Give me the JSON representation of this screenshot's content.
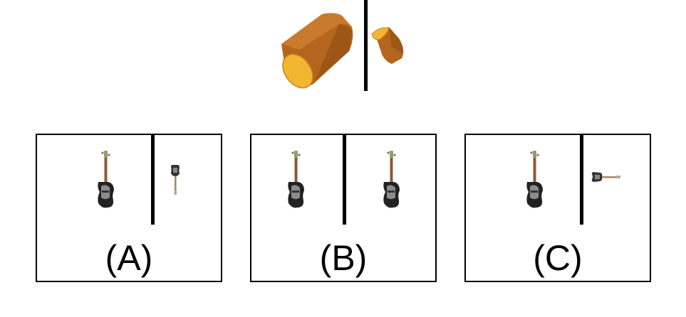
{
  "prompt": {
    "left_object": "wooden-log-block-large",
    "right_object": "wooden-log-block-small",
    "wood_colors": {
      "side": "#b5651d",
      "dark": "#8a4a12",
      "end": "#f2b632"
    }
  },
  "options": [
    {
      "label": "(A)",
      "left_object": "bass-guitar-upright",
      "right_object": "bass-guitar-small-upright"
    },
    {
      "label": "(B)",
      "left_object": "bass-guitar-upright",
      "right_object": "bass-guitar-upright"
    },
    {
      "label": "(C)",
      "left_object": "bass-guitar-upright",
      "right_object": "bass-guitar-small-horizontal"
    }
  ]
}
